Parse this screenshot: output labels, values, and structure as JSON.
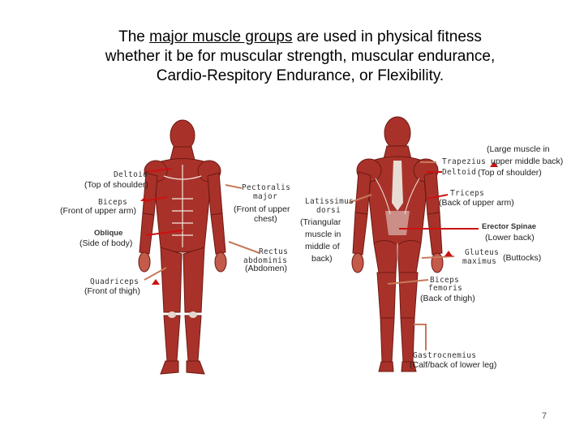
{
  "title": {
    "line1_pre": "The ",
    "line1_underlined": "major muscle groups",
    "line1_post": " are used in physical fitness",
    "line2": "whether it be for muscular strength, muscular endurance,",
    "line3": "Cardio-Respitory Endurance, or Flexibility."
  },
  "front": {
    "deltoid": {
      "name": "Deltoid",
      "desc": "(Top of shoulder)"
    },
    "biceps": {
      "name": "Biceps",
      "desc": "(Front of upper arm)"
    },
    "oblique": {
      "name": "Oblique",
      "desc": "(Side of body)"
    },
    "quadriceps": {
      "name": "Quadriceps",
      "desc": "(Front of thigh)"
    },
    "pectoralis": {
      "name1": "Pectoralis",
      "name2": "major",
      "desc1": "(Front of upper",
      "desc2": "chest)"
    },
    "rectus": {
      "name1": "Rectus",
      "name2": "abdominis",
      "desc": "(Abdomen)"
    }
  },
  "back": {
    "latissimus": {
      "name1": "Latissimus",
      "name2": "dorsi",
      "desc1": "(Triangular",
      "desc2": "muscle in",
      "desc3": "middle of",
      "desc4": "back)"
    },
    "trapezius": {
      "desc1": "(Large muscle in",
      "name": "Trapezius",
      "desc2": "upper middle back)"
    },
    "deltoid": {
      "name": "Deltoid",
      "desc": "(Top of shoulder)"
    },
    "triceps": {
      "name": "Triceps",
      "desc": "(Back of upper arm)"
    },
    "erector": {
      "name": "Erector Spinae",
      "desc": "(Lower back)"
    },
    "gluteus": {
      "name1": "Gluteus",
      "name2": "maximus",
      "desc": "(Buttocks)"
    },
    "biceps_femoris": {
      "name1": "Biceps",
      "name2": "femoris",
      "desc": "(Back of thigh)"
    },
    "gastrocnemius": {
      "name": "Gastrocnemius",
      "desc": "(Calf/back of lower leg)"
    }
  },
  "page_number": "7",
  "colors": {
    "muscle": "#a8322a",
    "muscle_dark": "#6e1812",
    "muscle_light": "#d9897c",
    "pointer_red": "#cc1111",
    "pointer_tan": "#c67a5a"
  }
}
